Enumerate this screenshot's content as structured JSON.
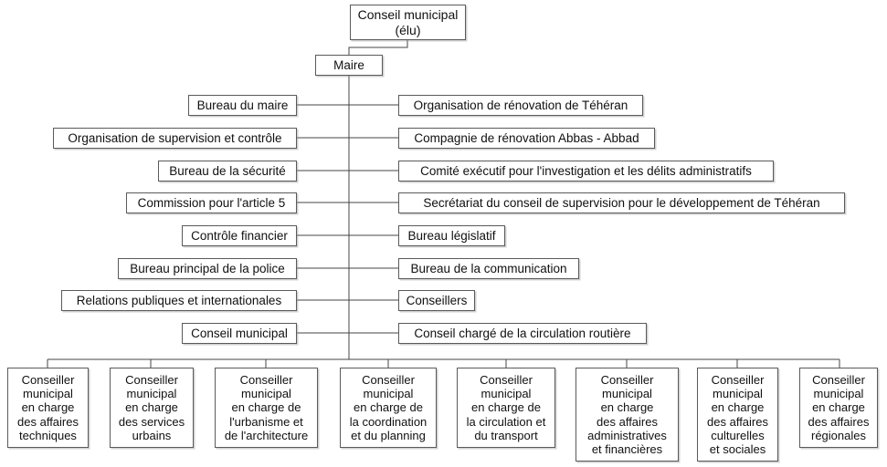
{
  "diagram": {
    "title_node": {
      "id": "conseil-municipal-elu",
      "label": "Conseil municipal\n(élu)"
    },
    "mayor_node": {
      "id": "maire",
      "label": "Maire"
    },
    "left_column": [
      {
        "id": "bureau-du-maire",
        "label": "Bureau du maire"
      },
      {
        "id": "organisation-supervision-controle",
        "label": "Organisation de supervision et contrôle"
      },
      {
        "id": "bureau-de-la-securite",
        "label": "Bureau de la sécurité"
      },
      {
        "id": "commission-article-5",
        "label": "Commission pour l'article 5"
      },
      {
        "id": "controle-financier",
        "label": "Contrôle financier"
      },
      {
        "id": "bureau-principal-police",
        "label": "Bureau principal de la police"
      },
      {
        "id": "relations-publiques-internationales",
        "label": "Relations publiques et internationales"
      },
      {
        "id": "conseil-municipal",
        "label": "Conseil municipal"
      }
    ],
    "right_column": [
      {
        "id": "organisation-renovation-teheran",
        "label": "Organisation de rénovation de Téhéran"
      },
      {
        "id": "compagnie-renovation-abbas-abbad",
        "label": "Compagnie de rénovation Abbas - Abbad"
      },
      {
        "id": "comite-executif-investigation",
        "label": "Comité exécutif pour l'investigation et les délits administratifs"
      },
      {
        "id": "secretariat-conseil-supervision",
        "label": "Secrétariat du conseil de supervision pour le développement de Téhéran"
      },
      {
        "id": "bureau-legislatif",
        "label": "Bureau législatif"
      },
      {
        "id": "bureau-communication",
        "label": "Bureau de la communication"
      },
      {
        "id": "conseillers",
        "label": "Conseillers"
      },
      {
        "id": "conseil-circulation-routiere",
        "label": "Conseil chargé de la circulation routière"
      }
    ],
    "bottom_row": [
      {
        "id": "conseiller-affaires-techniques",
        "label": "Conseiller\nmunicipal\nen charge\ndes affaires\ntechniques"
      },
      {
        "id": "conseiller-services-urbains",
        "label": "Conseiller\nmunicipal\nen charge\ndes services\nurbains"
      },
      {
        "id": "conseiller-urbanisme-architecture",
        "label": "Conseiller\nmunicipal\nen charge de\nl'urbanisme et\nde l'architecture"
      },
      {
        "id": "conseiller-coordination-planning",
        "label": "Conseiller\nmunicipal\nen charge de\nla coordination\net du planning"
      },
      {
        "id": "conseiller-circulation-transport",
        "label": "Conseiller\nmunicipal\nen charge de\nla circulation et\ndu transport"
      },
      {
        "id": "conseiller-affaires-administratives-financieres",
        "label": "Conseiller\nmunicipal\nen charge\ndes affaires\nadministratives\net financières"
      },
      {
        "id": "conseiller-affaires-culturelles-sociales",
        "label": "Conseiller\nmunicipal\nen charge\ndes affaires\nculturelles\net sociales"
      },
      {
        "id": "conseiller-affaires-regionales",
        "label": "Conseiller\nmunicipal\nen charge\ndes affaires\nrégionales"
      }
    ],
    "colors": {
      "background": "#ffffff",
      "box_border": "#5a5a5a",
      "connector": "#444444",
      "text": "#101010"
    }
  }
}
